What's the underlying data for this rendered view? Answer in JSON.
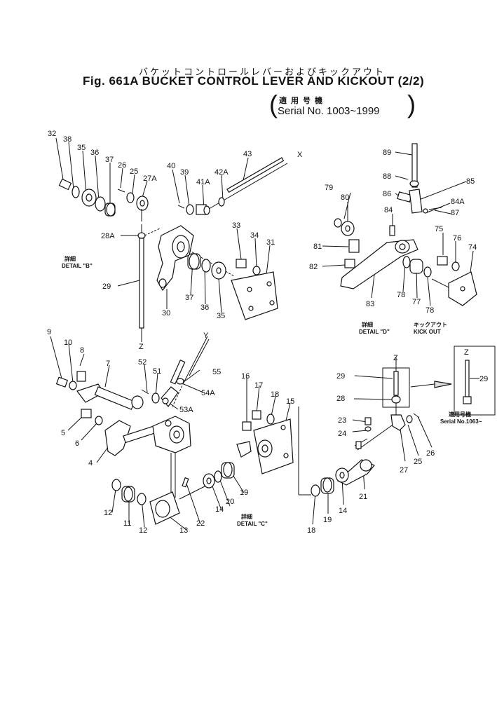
{
  "header": {
    "title_jp": "バケットコントロールレバーおよびキックアウト",
    "title_en": "Fig. 661A BUCKET CONTROL LEVER AND KICKOUT (2/2)",
    "serial_jp": "適用号機",
    "serial_en": "Serial No. 1003~1999"
  },
  "details": {
    "b_jp": "詳細",
    "b_en": "DETAIL \"B\"",
    "c_jp": "詳細",
    "c_en": "DETAIL \"C\"",
    "d_jp": "詳細",
    "d_en": "DETAIL \"D\"",
    "kick_jp": "キックアウト",
    "kick_en": "KICK OUT",
    "inset_jp": "適用号機",
    "inset_en": "Serial No.1063~"
  },
  "axes": {
    "x": "X",
    "y": "Y",
    "z1": "Z",
    "z2": "Z",
    "z3": "Z"
  },
  "labels": [
    {
      "id": "p32",
      "text": "32"
    },
    {
      "id": "p38",
      "text": "38"
    },
    {
      "id": "p35a",
      "text": "35"
    },
    {
      "id": "p36a",
      "text": "36"
    },
    {
      "id": "p37a",
      "text": "37"
    },
    {
      "id": "p26a",
      "text": "26"
    },
    {
      "id": "p25a",
      "text": "25"
    },
    {
      "id": "p27A",
      "text": "27A"
    },
    {
      "id": "p40",
      "text": "40"
    },
    {
      "id": "p39",
      "text": "39"
    },
    {
      "id": "p41A",
      "text": "41A"
    },
    {
      "id": "p42A",
      "text": "42A"
    },
    {
      "id": "p43",
      "text": "43"
    },
    {
      "id": "p28A",
      "text": "28A"
    },
    {
      "id": "p33",
      "text": "33"
    },
    {
      "id": "p34",
      "text": "34"
    },
    {
      "id": "p31",
      "text": "31"
    },
    {
      "id": "p29a",
      "text": "29"
    },
    {
      "id": "p37b",
      "text": "37"
    },
    {
      "id": "p36b",
      "text": "36"
    },
    {
      "id": "p35b",
      "text": "35"
    },
    {
      "id": "p30",
      "text": "30"
    },
    {
      "id": "p89",
      "text": "89"
    },
    {
      "id": "p88",
      "text": "88"
    },
    {
      "id": "p85",
      "text": "85"
    },
    {
      "id": "p79",
      "text": "79"
    },
    {
      "id": "p80",
      "text": "80"
    },
    {
      "id": "p86",
      "text": "86"
    },
    {
      "id": "p84A",
      "text": "84A"
    },
    {
      "id": "p87",
      "text": "87"
    },
    {
      "id": "p84",
      "text": "84"
    },
    {
      "id": "p75",
      "text": "75"
    },
    {
      "id": "p76",
      "text": "76"
    },
    {
      "id": "p74",
      "text": "74"
    },
    {
      "id": "p81",
      "text": "81"
    },
    {
      "id": "p82",
      "text": "82"
    },
    {
      "id": "p78a",
      "text": "78"
    },
    {
      "id": "p77",
      "text": "77"
    },
    {
      "id": "p78b",
      "text": "78"
    },
    {
      "id": "p83",
      "text": "83"
    },
    {
      "id": "p9",
      "text": "9"
    },
    {
      "id": "p10",
      "text": "10"
    },
    {
      "id": "p8",
      "text": "8"
    },
    {
      "id": "p7",
      "text": "7"
    },
    {
      "id": "p52",
      "text": "52"
    },
    {
      "id": "p51",
      "text": "51"
    },
    {
      "id": "p55",
      "text": "55"
    },
    {
      "id": "p54A",
      "text": "54A"
    },
    {
      "id": "p53A",
      "text": "53A"
    },
    {
      "id": "p5",
      "text": "5"
    },
    {
      "id": "p6",
      "text": "6"
    },
    {
      "id": "p4",
      "text": "4"
    },
    {
      "id": "p16",
      "text": "16"
    },
    {
      "id": "p17",
      "text": "17"
    },
    {
      "id": "p18a",
      "text": "18"
    },
    {
      "id": "p15",
      "text": "15"
    },
    {
      "id": "p12a",
      "text": "12"
    },
    {
      "id": "p11",
      "text": "11"
    },
    {
      "id": "p12b",
      "text": "12"
    },
    {
      "id": "p13",
      "text": "13"
    },
    {
      "id": "p22",
      "text": "22"
    },
    {
      "id": "p14a",
      "text": "14"
    },
    {
      "id": "p20",
      "text": "20"
    },
    {
      "id": "p19a",
      "text": "19"
    },
    {
      "id": "p29b",
      "text": "29"
    },
    {
      "id": "p28",
      "text": "28"
    },
    {
      "id": "p23",
      "text": "23"
    },
    {
      "id": "p24",
      "text": "24"
    },
    {
      "id": "p26b",
      "text": "26"
    },
    {
      "id": "p25b",
      "text": "25"
    },
    {
      "id": "p27",
      "text": "27"
    },
    {
      "id": "p21",
      "text": "21"
    },
    {
      "id": "p14b",
      "text": "14"
    },
    {
      "id": "p19b",
      "text": "19"
    },
    {
      "id": "p18b",
      "text": "18"
    },
    {
      "id": "p29c",
      "text": "29"
    }
  ]
}
